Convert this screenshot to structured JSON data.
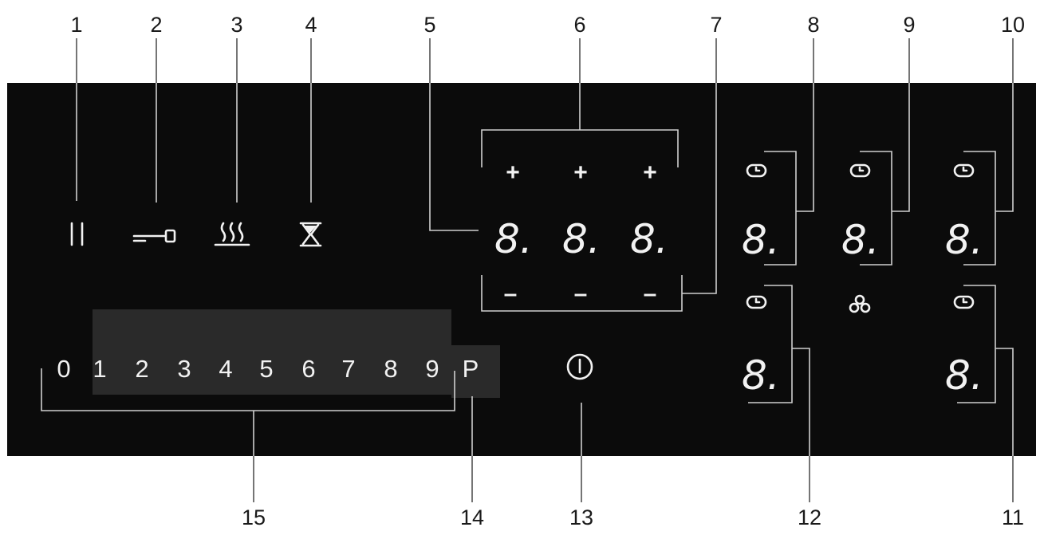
{
  "callouts": [
    "1",
    "2",
    "3",
    "4",
    "5",
    "6",
    "7",
    "8",
    "9",
    "10",
    "11",
    "12",
    "13",
    "14",
    "15"
  ],
  "panel": {
    "timer_display": {
      "digits": [
        "8.",
        "8.",
        "8."
      ],
      "plus": [
        "+",
        "+",
        "+"
      ],
      "minus": [
        "–",
        "–",
        "–"
      ]
    },
    "zone_displays": [
      "8.",
      "8.",
      "8.",
      "8.",
      "8."
    ],
    "slider_digits": [
      "0",
      "1",
      "2",
      "3",
      "4",
      "5",
      "6",
      "7",
      "8",
      "9"
    ],
    "power_boost": "P"
  },
  "icons": [
    "pause-icon",
    "key-lock-icon",
    "keep-warm-icon",
    "hourglass-icon",
    "clock-icon",
    "fan-icon",
    "power-icon"
  ],
  "colors": {
    "panel": "#0b0b0b",
    "symbols": "#f2f2f2",
    "slider_highlight": "#2b2b2b"
  }
}
